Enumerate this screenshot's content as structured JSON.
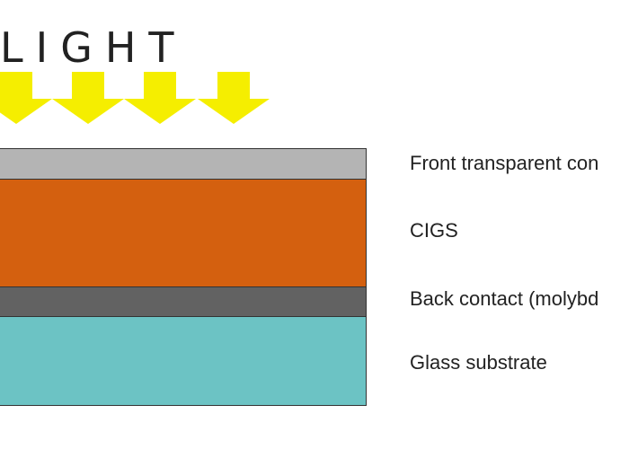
{
  "diagram": {
    "title": "LIGHT",
    "arrows": {
      "count": 4,
      "color": "#f5ee00"
    },
    "layers": [
      {
        "label": "Front transparent con",
        "color": "#b4b4b4"
      },
      {
        "label": "CIGS",
        "color": "#d4600f"
      },
      {
        "label": "Back contact (molybd",
        "color": "#626262"
      },
      {
        "label": "Glass substrate",
        "color": "#6cc3c4"
      }
    ]
  }
}
